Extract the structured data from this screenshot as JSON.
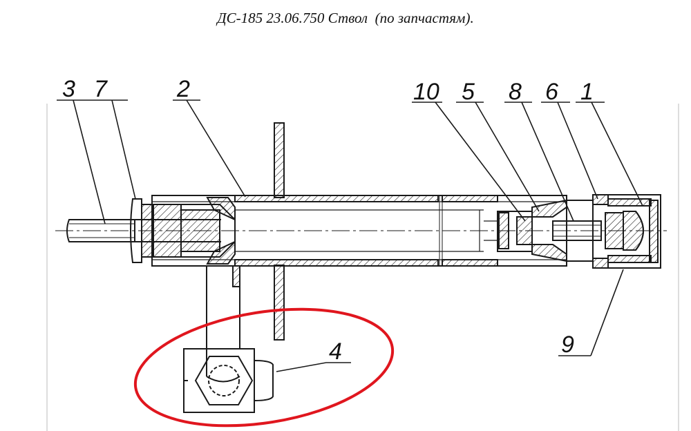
{
  "title": "ДС-185 23.06.750 Ствол  (по запчастям).",
  "labels": [
    "3",
    "7",
    "2",
    "10",
    "5",
    "8",
    "6",
    "1",
    "9",
    "4"
  ],
  "colors": {
    "line": "#1a1a1a",
    "highlight": "#e0161e"
  }
}
